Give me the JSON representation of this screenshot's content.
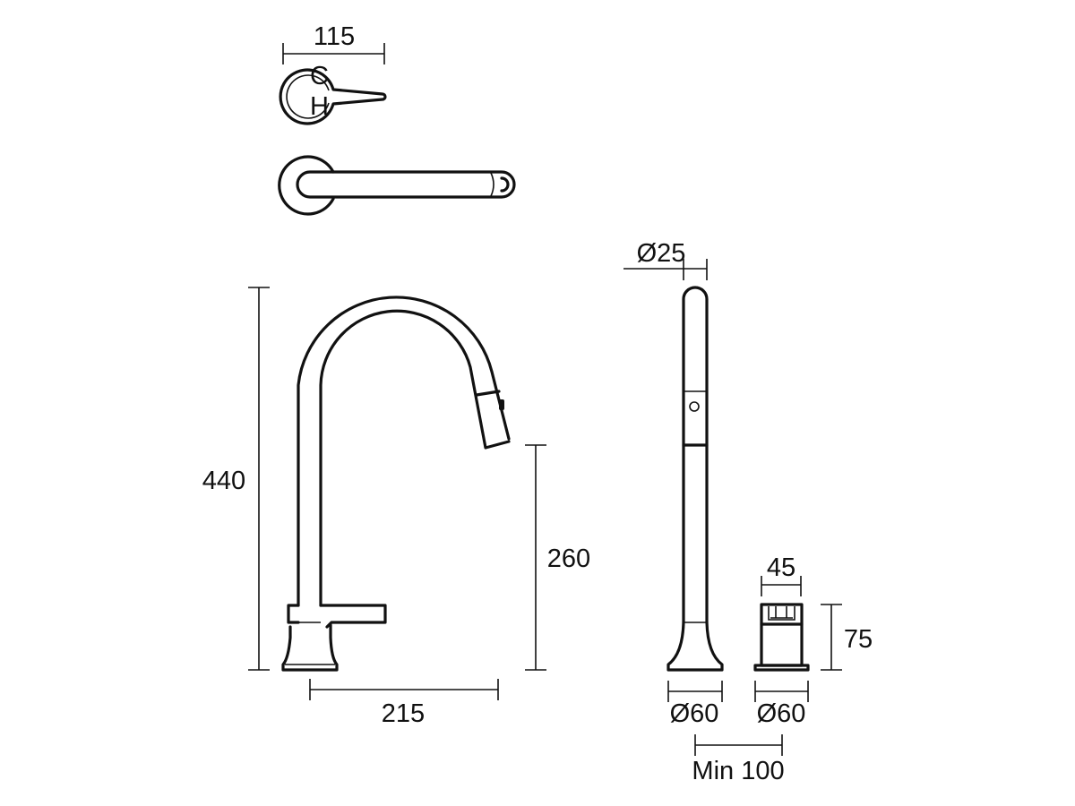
{
  "dimensions": {
    "handle_top_width": "115",
    "overall_height": "440",
    "spout_outlet_height": "260",
    "spout_reach": "215",
    "spout_diameter": "Ø25",
    "handle_width": "45",
    "handle_height": "75",
    "spout_base_diameter": "Ø60",
    "handle_base_diameter": "Ø60",
    "min_spacing": "Min 100"
  },
  "handle_markings": {
    "cold": "C",
    "hot": "H"
  },
  "colors": {
    "line": "#111111",
    "background": "#ffffff"
  }
}
